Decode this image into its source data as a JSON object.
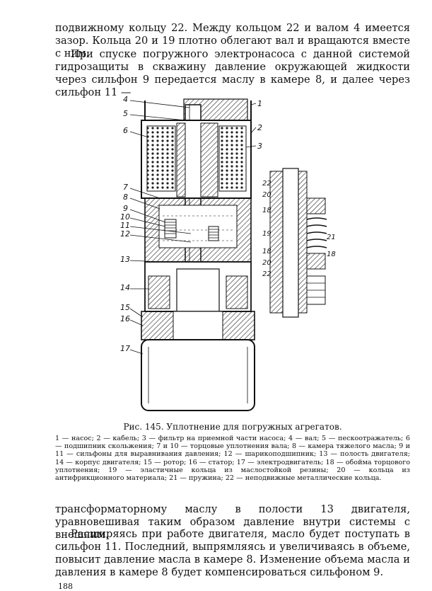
{
  "paragraphs": [
    "подвижному кольцу 22. Между кольцом 22 и валом 4 имеется зазор. Кольца 20 и 19 плотно облегают вал и вращаются вместе с ним.",
    "При спуске погружного электронасоса с данной системой гидрозащиты в скважину давление окружающей жидкости через сильфон 9 передается маслу в камере 8, и далее через сильфон 11 —",
    "трансформаторному маслу в полости 13 двигателя, уравновешивая таким образом давление внутри системы с внешним.",
    "Расширяясь при работе двигателя, масло будет поступать в сильфон 11. Последний, выпрямляясь и увеличиваясь в объеме, повысит давление масла в камере 8. Изменение объема масла и давления в камере 8 будет компенсироваться сильфоном 9."
  ],
  "figure": {
    "caption": "Рис. 145. Уплотнение для погружных агрегатов.",
    "legend": "1 — насос; 2 — кабель; 3 — фильтр на приемной части насоса; 4 — вал; 5 — пескоотражатель; 6 — подшипник скольжения; 7 и 10 — торцовые уплотнения вала; 8 — камера тяжелого масла; 9 и 11 — сильфоны для выравнивания давления; 12 — шарикоподшипник; 13 — полость двигателя; 14 — корпус двигателя; 15 — ротор; 16 — статор; 17 — электродвигатель; 18 — обойма торцового уплотнения; 19 — эластичные кольца из маслостойкой резины; 20 — кольца из антифрикционного материала; 21 — пружина; 22 — неподвижные металлические кольца.",
    "labels_left": [
      "4",
      "5",
      "6",
      "7",
      "8",
      "9",
      "10",
      "11",
      "12",
      "13",
      "14",
      "15",
      "16",
      "17"
    ],
    "labels_right": [
      "1",
      "2",
      "3"
    ],
    "detail_labels": [
      "22",
      "20",
      "18",
      "19",
      "21",
      "18",
      "18",
      "20",
      "22"
    ]
  },
  "page_number": "188"
}
